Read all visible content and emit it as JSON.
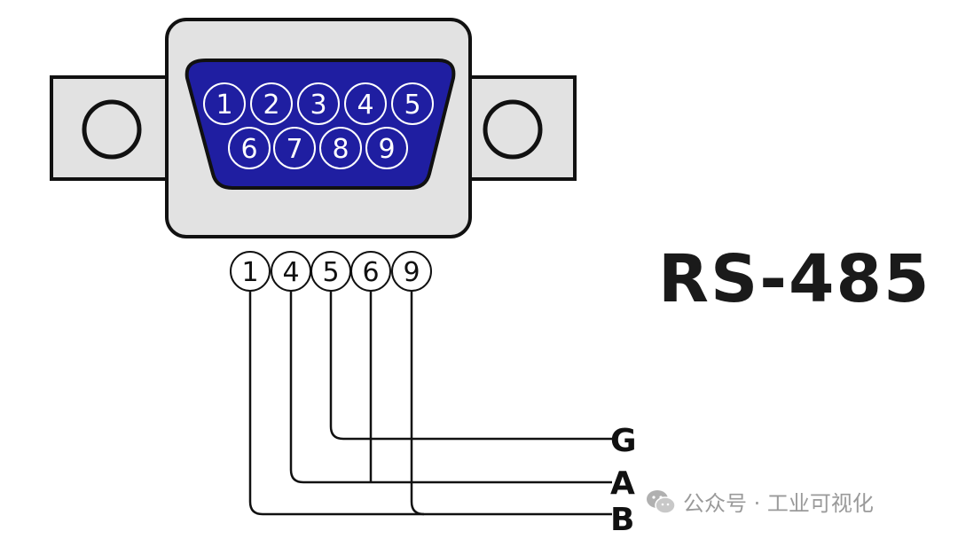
{
  "connector": {
    "top_row_pins": [
      "1",
      "2",
      "3",
      "4",
      "5"
    ],
    "bottom_row_pins": [
      "6",
      "7",
      "8",
      "9"
    ],
    "colors": {
      "shell": "#e2e2e2",
      "face": "#1f1ea1",
      "outline": "#111111",
      "pin_text": "#ffffff"
    }
  },
  "wiring": {
    "pins": [
      "1",
      "4",
      "5",
      "6",
      "9"
    ],
    "signals": [
      "G",
      "A",
      "B"
    ]
  },
  "standard": {
    "title": "RS-485"
  },
  "watermark": {
    "icon": "wechat-icon",
    "text": "公众号 · 工业可视化"
  }
}
